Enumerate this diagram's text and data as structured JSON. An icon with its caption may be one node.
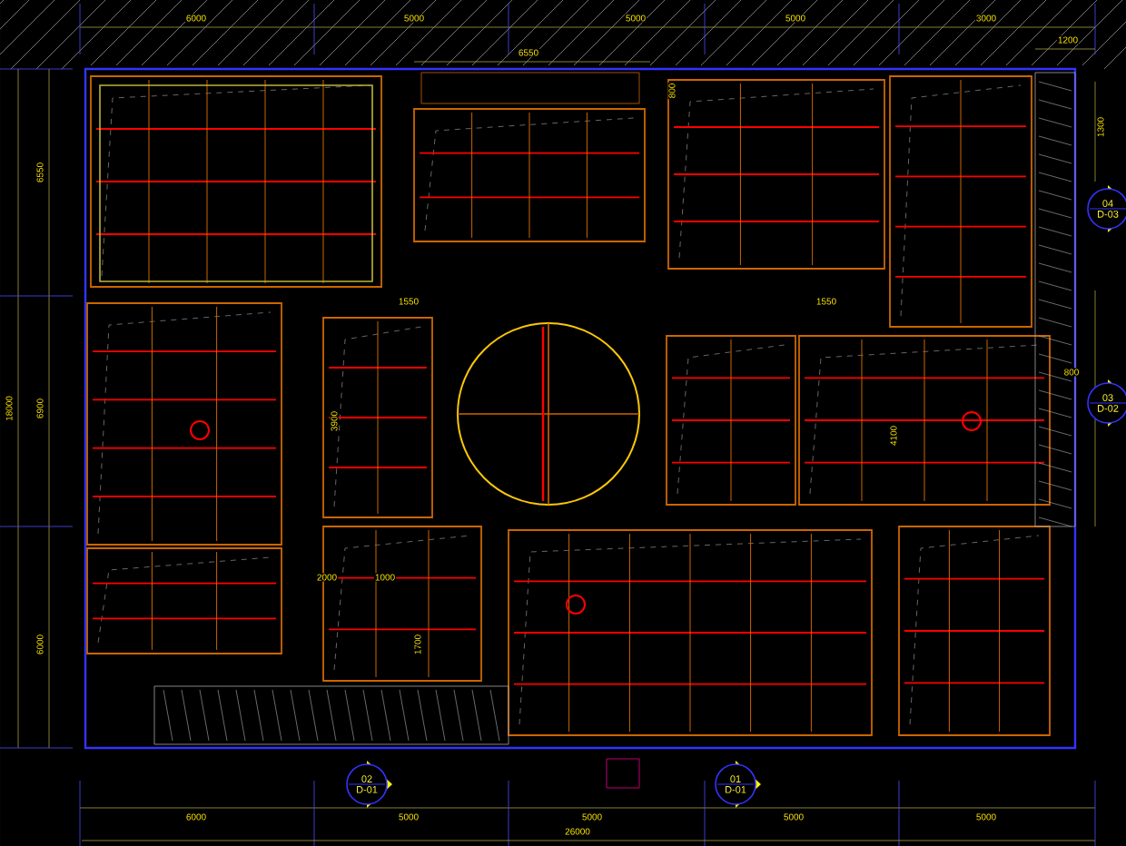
{
  "diagram": {
    "nodes": [
      {
        "text": [
          "02",
          "D-01"
        ]
      },
      {
        "text": [
          "01",
          "D-01"
        ]
      },
      {
        "text": [
          "04",
          "D-03"
        ]
      },
      {
        "text": [
          "03",
          "D-02"
        ]
      }
    ],
    "labels": [
      "6000",
      "5000",
      "5000",
      "5000",
      "3000",
      "6550",
      "1200",
      "800",
      "1300",
      "6550",
      "18000",
      "6900",
      "6000",
      "1550",
      "1550",
      "3900",
      "4100",
      "800",
      "2000",
      "1000",
      "1700",
      "6000",
      "5000",
      "5000",
      "5000",
      "5000",
      "26000"
    ]
  }
}
